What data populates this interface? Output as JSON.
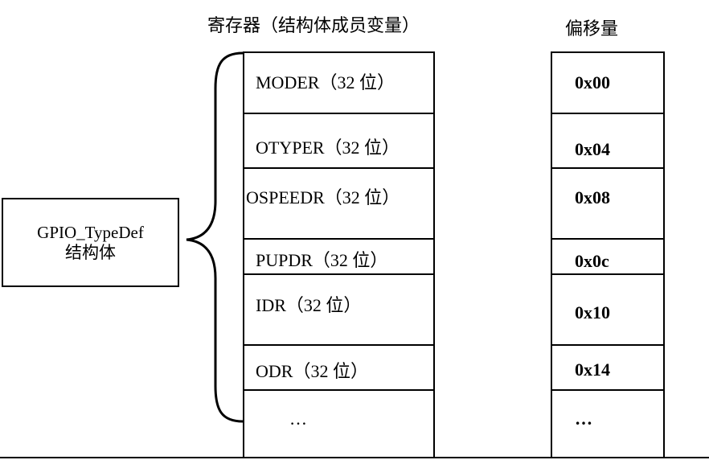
{
  "headers": {
    "registers": "寄存器（结构体成员变量）",
    "offset": "偏移量"
  },
  "struct_box": {
    "line1": "GPIO_TypeDef",
    "line2": "结构体"
  },
  "registers": [
    {
      "label": "MODER（32 位）",
      "offset": "0x00"
    },
    {
      "label": "OTYPER（32 位）",
      "offset": "0x04"
    },
    {
      "label": "OSPEEDR（32 位）",
      "offset": "0x08"
    },
    {
      "label": "PUPDR（32 位）",
      "offset": "0x0c"
    },
    {
      "label": "IDR（32 位）",
      "offset": "0x10"
    },
    {
      "label": "ODR（32 位）",
      "offset": "0x14"
    },
    {
      "label": "…",
      "offset": "…"
    }
  ]
}
